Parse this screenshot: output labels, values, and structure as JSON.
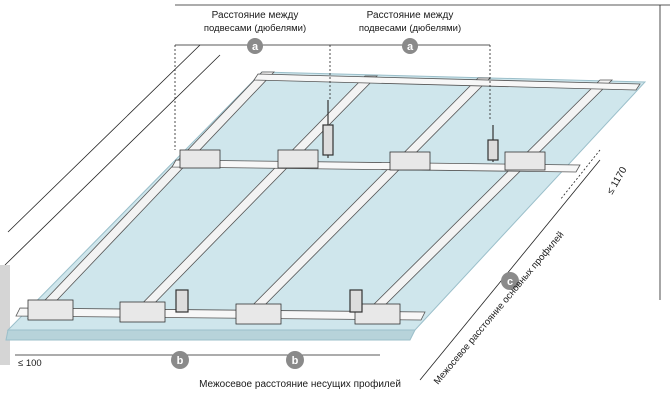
{
  "labels": {
    "suspension_spacing_1": [
      "Расстояние между",
      "подвесами (дюбелями)"
    ],
    "suspension_spacing_2": [
      "Расстояние между",
      "подвесами (дюбелями)"
    ],
    "letter_a": "a",
    "letter_b": "b",
    "letter_c": "c",
    "bearing_profiles_spacing": "Межосевое расстояние несущих профилей",
    "main_profiles_spacing": "Межосевое расстояние основных профилей",
    "limit_100": "≤ 100",
    "limit_1170": "≤ 1170"
  },
  "colors": {
    "board": "#cfe6ec",
    "board_edge": "#9bbfca",
    "profile_fill": "#f3f3f3",
    "profile_stroke": "#555555",
    "circle": "#8a8a8a",
    "line": "#222222",
    "wall": "#bdbdbd"
  }
}
